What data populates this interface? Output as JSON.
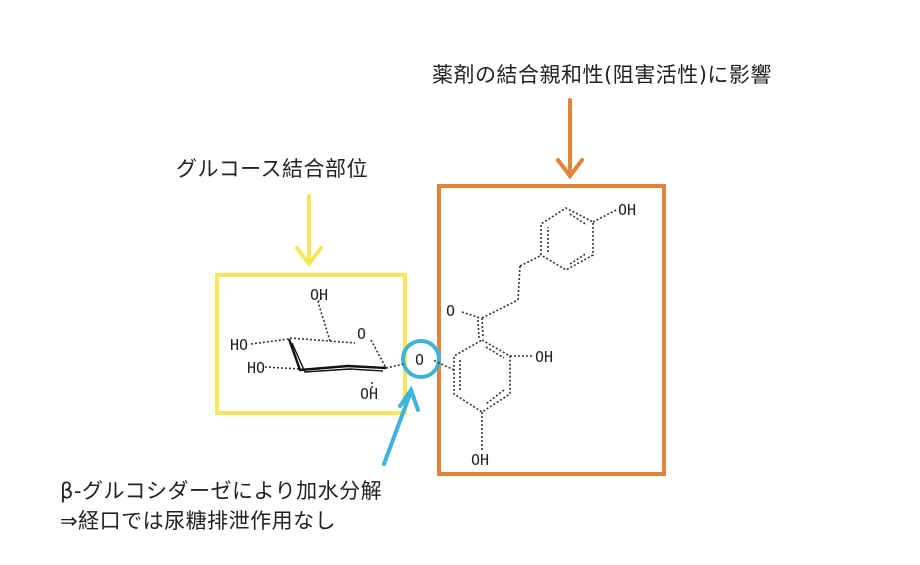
{
  "labels": {
    "top": "薬剤の結合親和性(阻害活性)に影響",
    "glucose": "グルコース結合部位",
    "bottom_line1": "β-グルコシダーゼにより加水分解",
    "bottom_line2": "⇒経口では尿糖排泄作用なし"
  },
  "atoms": {
    "ch2oh": "OH",
    "ring_o": "O",
    "ho_upper": "HO",
    "ho_lower": "HO",
    "oh_bottom": "OH",
    "glycosidic_o": "O",
    "carbonyl_o": "O",
    "phenol_top": "OH",
    "phenol_right": "OH",
    "phenol_bottom": "OH"
  },
  "colors": {
    "glucose_box": "#f4e75c",
    "aglycone_box": "#e3843a",
    "glycosidic_circle": "#3db3dc",
    "arrow_orange": "#e3843a",
    "arrow_yellow": "#f4e75c",
    "arrow_blue": "#3db3dc"
  }
}
